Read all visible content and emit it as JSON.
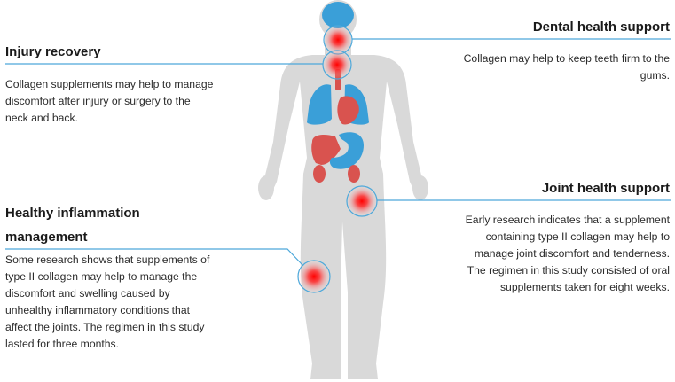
{
  "callouts": {
    "dental": {
      "title": "Dental health support",
      "lines": [
        "Collagen may help to keep teeth firm to the",
        "gums."
      ]
    },
    "injury": {
      "title": "Injury recovery",
      "lines": [
        "Collagen supplements may help to manage",
        "discomfort after injury or surgery to the",
        "neck and back."
      ]
    },
    "joint": {
      "title": "Joint health support",
      "lines": [
        "Early research indicates that a supplement",
        "containing type II collagen may help to",
        "manage joint discomfort and tenderness.",
        "The regimen in this study consisted of oral",
        "supplements taken for eight weeks."
      ]
    },
    "inflammation": {
      "title_lines": [
        "Healthy inflammation",
        "management"
      ],
      "lines": [
        "Some research shows that supplements of",
        "type II collagen may help to manage the",
        "discomfort and swelling caused by",
        "unhealthy inflammatory conditions that",
        "affect the joints. The regimen in this study",
        "lasted for three months."
      ]
    }
  },
  "colors": {
    "body_silhouette": "#d9d9d9",
    "organ_blue": "#3a9fd8",
    "organ_red": "#d9534f",
    "hotspot_red": "#ff1a1a",
    "connector_line": "#4da8da"
  },
  "hotspots": [
    "mouth",
    "neck",
    "left-hip",
    "right-thigh"
  ]
}
